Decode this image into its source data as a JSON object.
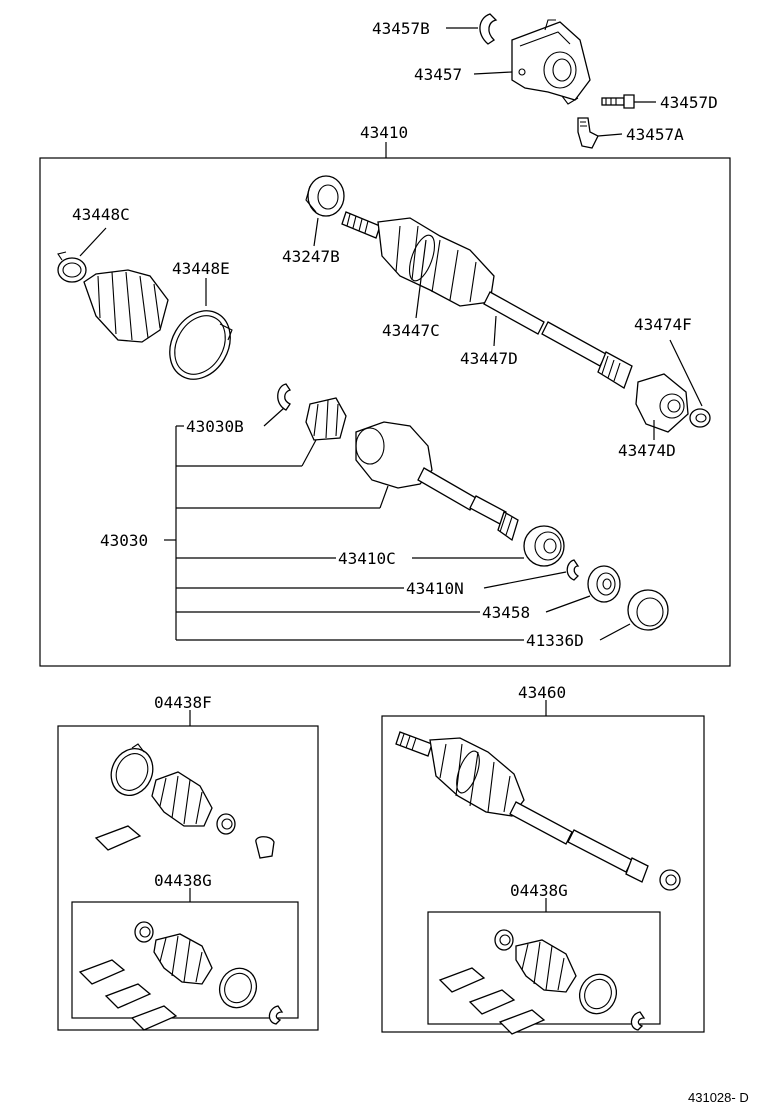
{
  "labels": {
    "p43457B": "43457B",
    "p43457": "43457",
    "p43457D": "43457D",
    "p43457A": "43457A",
    "p43410": "43410",
    "p43448C": "43448C",
    "p43448E": "43448E",
    "p43247B": "43247B",
    "p43447C": "43447C",
    "p43447D": "43447D",
    "p43474F": "43474F",
    "p43474D": "43474D",
    "p43030B": "43030B",
    "p43030": "43030",
    "p43410C": "43410C",
    "p43410N": "43410N",
    "p43458": "43458",
    "p41336D": "41336D",
    "p04438F": "04438F",
    "p04438G_left": "04438G",
    "p43460": "43460",
    "p04438G_right": "04438G"
  },
  "caption": "431028- D"
}
